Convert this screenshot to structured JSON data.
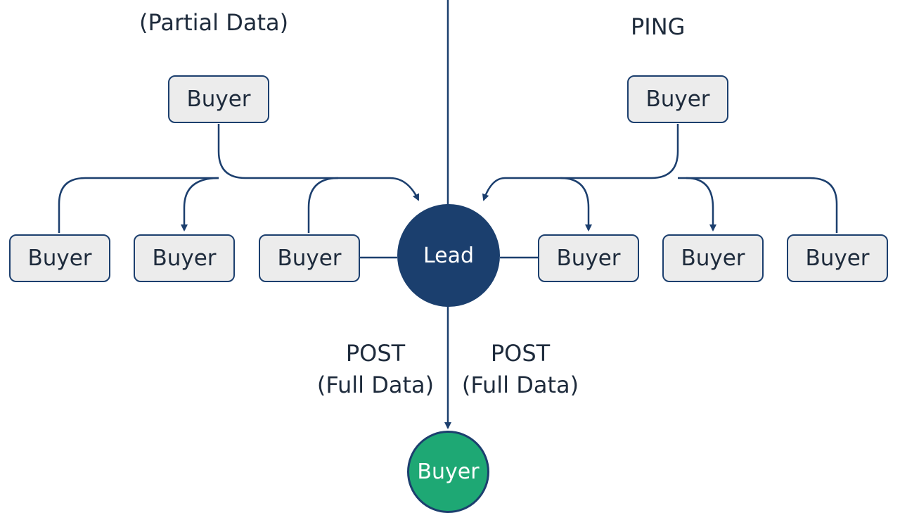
{
  "labels": {
    "partial_data": "(Partial Data)",
    "ping": "PING",
    "post_left_line1": "POST",
    "post_left_line2": "(Full Data)",
    "post_right_line1": "POST",
    "post_right_line2": "(Full Data)"
  },
  "nodes": {
    "lead": "Lead",
    "buyer": "Buyer",
    "left_top_buyer": "Buyer",
    "right_top_buyer": "Buyer",
    "left_row": [
      "Buyer",
      "Buyer",
      "Buyer"
    ],
    "right_row": [
      "Buyer",
      "Buyer",
      "Buyer"
    ]
  },
  "colors": {
    "line": "#1c3f6e",
    "box_fill": "#ececec",
    "lead_fill": "#1b3f6e",
    "buyer_final_fill": "#1ea874",
    "text": "#1e2b3c"
  }
}
